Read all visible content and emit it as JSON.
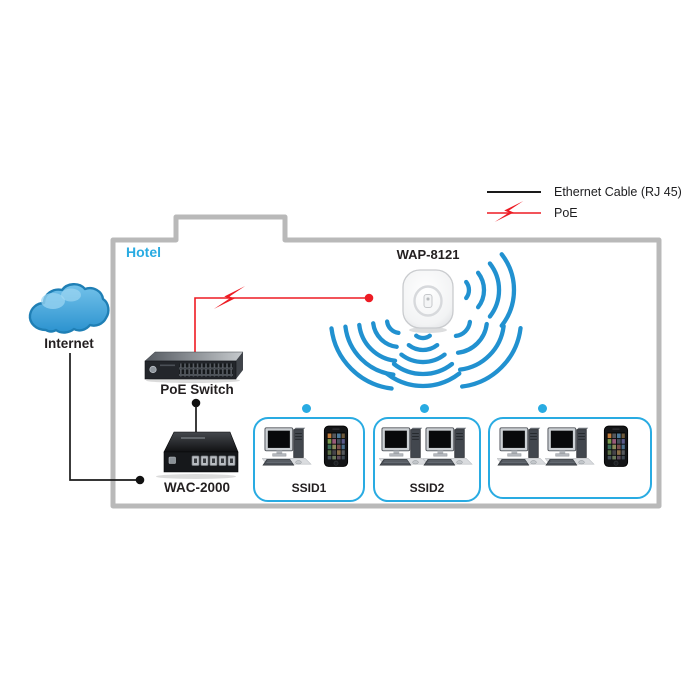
{
  "colors": {
    "accent_cyan": "#29abe2",
    "wifi_blue": "#2191d0",
    "poe_red": "#ed1c24",
    "wall_gray": "#b9b9b9",
    "text": "#231f20"
  },
  "legend": {
    "items": [
      {
        "id": "ethernet",
        "label": "Ethernet Cable (RJ 45)",
        "line_color": "#1a1a1a"
      },
      {
        "id": "poe",
        "label": "PoE",
        "line_color": "#ed1c24"
      }
    ]
  },
  "zone": {
    "label": "Hotel"
  },
  "internet": {
    "label": "Internet"
  },
  "access_point": {
    "label": "WAP-8121"
  },
  "poe_switch": {
    "label": "PoE Switch"
  },
  "controller": {
    "label": "WAC-2000"
  },
  "ssid_groups": [
    {
      "label": "SSID1",
      "devices": [
        "computer",
        "phone"
      ]
    },
    {
      "label": "SSID2",
      "devices": [
        "computer",
        "computer"
      ]
    },
    {
      "label": "",
      "devices": [
        "computer",
        "computer",
        "phone"
      ]
    }
  ]
}
